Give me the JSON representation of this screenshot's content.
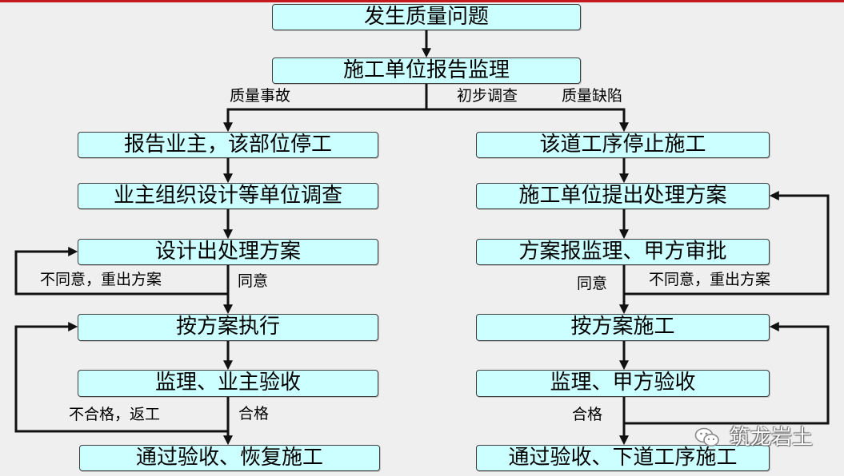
{
  "colors": {
    "background": "#efefef",
    "box_fill": "#ccffff",
    "box_border": "#3c3c3c",
    "connector": "#111111",
    "top_bar": "#c41a1f",
    "text": "#000000",
    "watermark_text": "#ffffff"
  },
  "header": {
    "start": "发生质量问题",
    "report": "施工单位报告监理"
  },
  "branch_labels": {
    "accident": "质量事故",
    "investigation": "初步调查",
    "defect": "质量缺陷"
  },
  "accident_branch": {
    "steps": [
      "报告业主，该部位停工",
      "业主组织设计等单位调查",
      "设计出处理方案",
      "按方案执行",
      "监理、业主验收",
      "通过验收、恢复施工"
    ],
    "agree_label": "同意",
    "disagree_label": "不同意，重出方案",
    "pass_label": "合格",
    "fail_label": "不合格，返工"
  },
  "defect_branch": {
    "steps": [
      "该道工序停止施工",
      "施工单位提出处理方案",
      "方案报监理、甲方审批",
      "按方案施工",
      "监理、甲方验收",
      "通过验收、下道工序施工"
    ],
    "agree_label": "同意",
    "disagree_label": "不同意，重出方案",
    "pass_label": "合格"
  },
  "watermark": {
    "icon": "wechat-icon",
    "text": "筑龙岩土"
  }
}
